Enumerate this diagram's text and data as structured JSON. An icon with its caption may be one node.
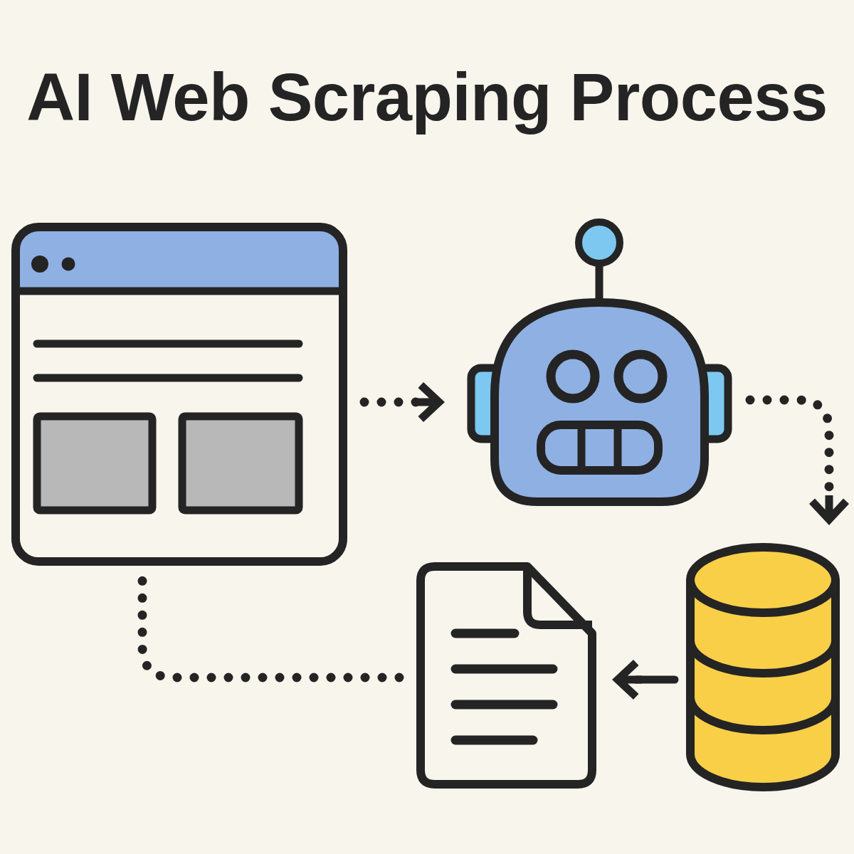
{
  "diagram": {
    "title": "AI Web Scraping Process",
    "nodes": [
      {
        "text": [],
        "shape": "picture"
      },
      {
        "text": [],
        "shape": "picture"
      },
      {
        "text": [],
        "shape": "cylinder"
      },
      {
        "text": [],
        "shape": "picture"
      }
    ],
    "edges": [
      {
        "from": 0,
        "to": 1,
        "arrow": "to",
        "style": "dashed"
      },
      {
        "from": 1,
        "to": 2,
        "arrow": "to",
        "style": "dashed"
      },
      {
        "from": 2,
        "to": 3,
        "arrow": "to"
      },
      {
        "from": 3,
        "to": 0,
        "arrow": "none",
        "style": "dashed"
      }
    ]
  }
}
